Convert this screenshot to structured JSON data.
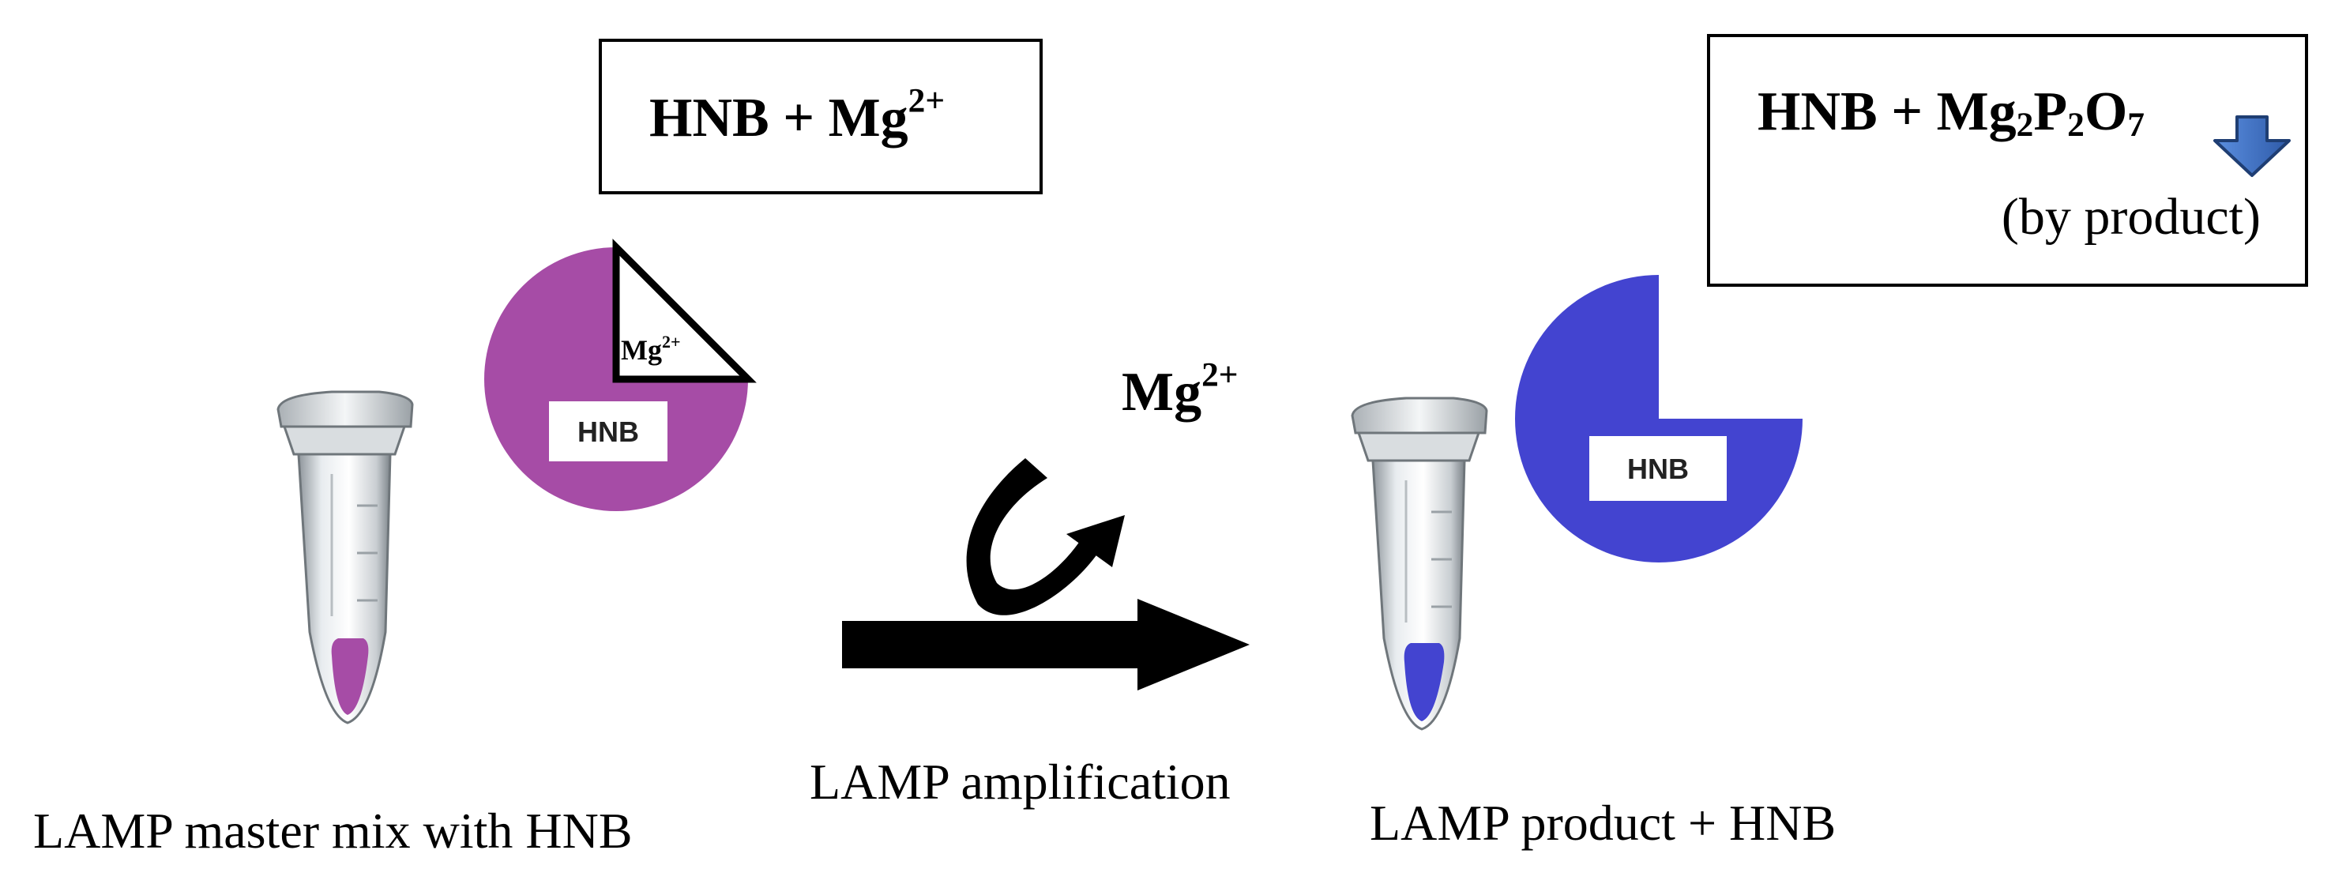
{
  "equations": {
    "before": {
      "main": "HNB + Mg",
      "sup": "2+"
    },
    "after": {
      "p1": "HNB + Mg",
      "s1": "2",
      "p2": "P",
      "s2": "2",
      "p3": "O",
      "s3": "7",
      "note": "(by product)"
    }
  },
  "released_ion": {
    "main": "Mg",
    "sup": "2+"
  },
  "complex_left": {
    "hnb_label": "HNB",
    "mg_label": "Mg",
    "mg_sup": "2+",
    "color": "#A64CA6"
  },
  "complex_right": {
    "hnb_label": "HNB",
    "color": "#4344D0"
  },
  "tubes": {
    "before_fluid_color": "#A64CA6",
    "after_fluid_color": "#4344D0"
  },
  "labels": {
    "master_mix": "LAMP master mix with HNB",
    "process": "LAMP amplification",
    "product": "LAMP product + HNB"
  },
  "colors": {
    "down_arrow": "#3A6FC4",
    "down_arrow_stroke": "#1F3E73"
  }
}
